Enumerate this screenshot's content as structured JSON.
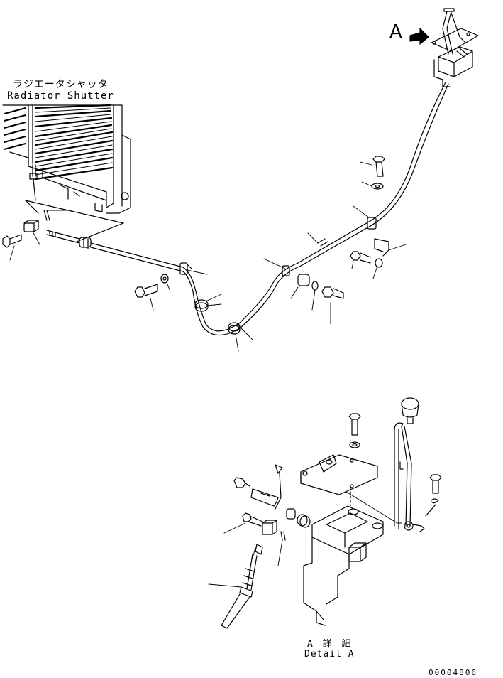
{
  "labels": {
    "radiator_shutter_jp": "ラジエータシャッタ",
    "radiator_shutter_en": "Radiator Shutter",
    "view_marker": "A",
    "detail_jp": "A 詳 細",
    "detail_en": "Detail A",
    "drawing_code": "00004806"
  }
}
